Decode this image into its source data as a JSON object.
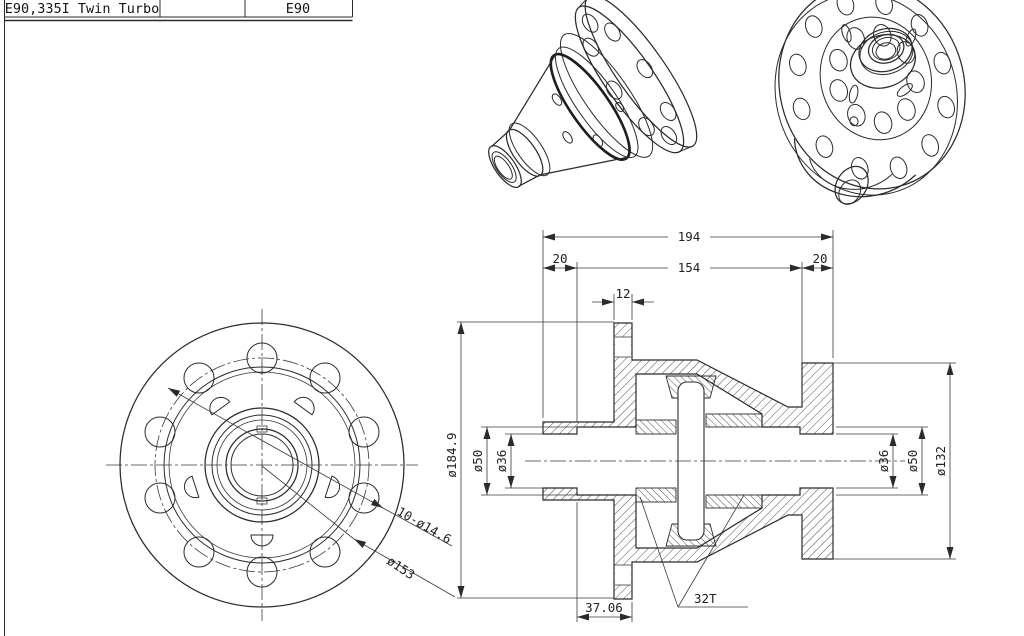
{
  "title_block": {
    "cells": [
      "E90,335I Twin Turbo",
      "",
      "E90"
    ]
  },
  "front_view": {
    "bolt_hole_label": "10-ø14.6",
    "window_circle_label": "ø153"
  },
  "section_view": {
    "overall_length": "194",
    "left_flange_offset": "20",
    "case_length": "154",
    "right_flange_offset": "20",
    "ring_gear_flange_width": "12",
    "ring_gear_flange_dia": "ø184.9",
    "left_counterbore_dia": "ø50",
    "left_bore_dia": "ø36",
    "right_bore_dia": "ø36",
    "right_counterbore_dia": "ø50",
    "right_flange_dia": "ø132",
    "flange_face_offset": "37.06",
    "spline_teeth": "32T"
  }
}
